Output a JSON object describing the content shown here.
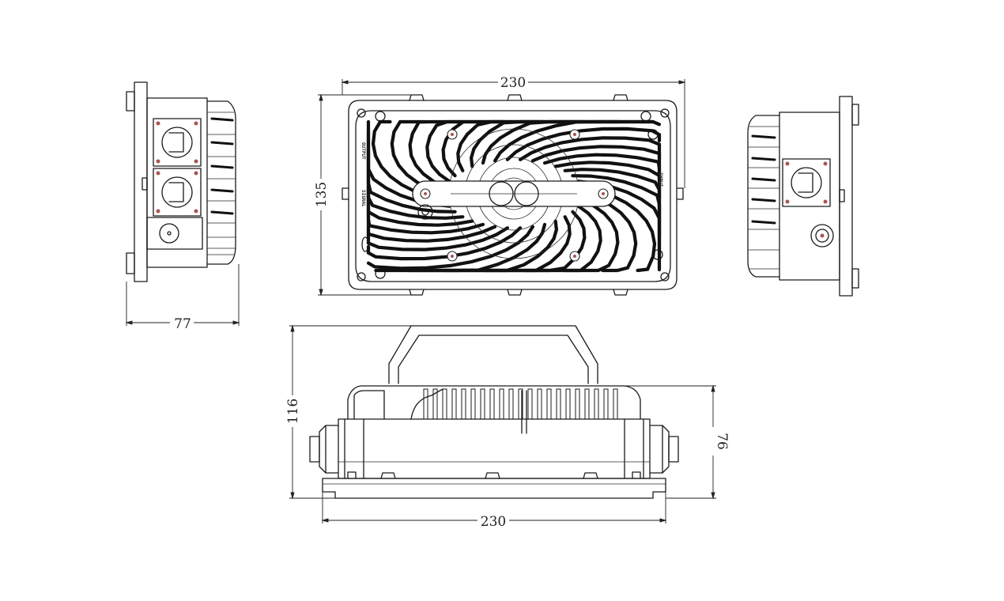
{
  "dimensions": {
    "top_width": "230",
    "top_height": "135",
    "side_depth": "77",
    "front_height": "116",
    "front_body_height": "76",
    "front_width": "230"
  },
  "labels": {
    "output": "OUTPUT",
    "signal": "SIGNAL",
    "input": "INPUT"
  },
  "colors": {
    "line": "#1a1a1a",
    "bolt_mark": "#a85555",
    "background": "#ffffff"
  }
}
